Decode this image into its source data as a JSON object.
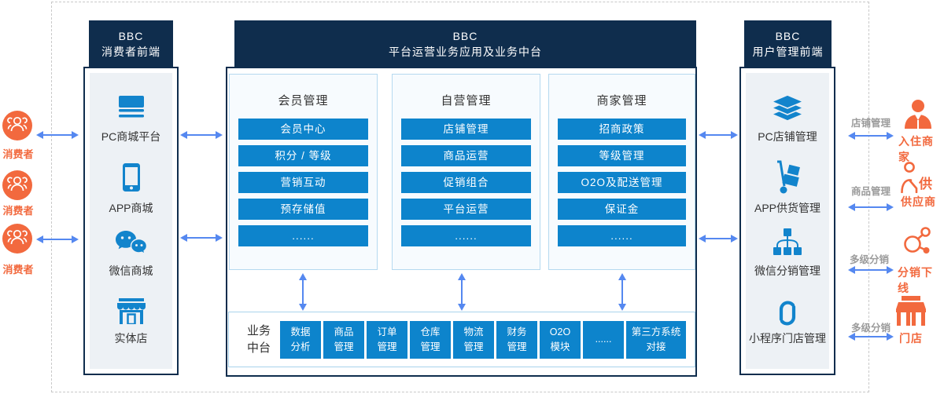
{
  "colors": {
    "navy": "#0f2d4d",
    "button_blue": "#0d84cc",
    "icon_blue": "#1284cc",
    "arrow_blue": "#5588f0",
    "orange": "#f2693e",
    "panel_gray": "#edf1f5",
    "gray_label": "#9b9b9b"
  },
  "consumers": {
    "items": [
      {
        "icon": "consumer-group-icon",
        "label": "消费者"
      },
      {
        "icon": "consumer-group-icon",
        "label": "消费者"
      },
      {
        "icon": "consumer-group-icon",
        "label": "消费者"
      }
    ]
  },
  "left_panel": {
    "title_line1": "BBC",
    "title_line2": "消费者前端",
    "items": [
      {
        "icon": "pc-mall-icon",
        "label": "PC商城平台"
      },
      {
        "icon": "app-phone-icon",
        "label": "APP商城"
      },
      {
        "icon": "wechat-icon",
        "label": "微信商城"
      },
      {
        "icon": "offline-store-icon",
        "label": "实体店"
      }
    ]
  },
  "center_panel": {
    "title_line1": "BBC",
    "title_line2": "平台运营业务应用及业务中台",
    "columns": [
      {
        "title": "会员管理",
        "buttons": [
          "会员中心",
          "积分 / 等级",
          "营销互动",
          "预存储值",
          "......"
        ]
      },
      {
        "title": "自营管理",
        "buttons": [
          "店铺管理",
          "商品运营",
          "促销组合",
          "平台运营",
          "......"
        ]
      },
      {
        "title": "商家管理",
        "buttons": [
          "招商政策",
          "等级管理",
          "O2O及配送管理",
          "保证金",
          "......"
        ]
      }
    ],
    "middle_platform": {
      "label_line1": "业务",
      "label_line2": "中台",
      "modules": [
        {
          "line1": "数据",
          "line2": "分析"
        },
        {
          "line1": "商品",
          "line2": "管理"
        },
        {
          "line1": "订单",
          "line2": "管理"
        },
        {
          "line1": "仓库",
          "line2": "管理"
        },
        {
          "line1": "物流",
          "line2": "管理"
        },
        {
          "line1": "财务",
          "line2": "管理"
        },
        {
          "line1": "O2O",
          "line2": "模块"
        },
        {
          "line1": "......",
          "line2": ""
        },
        {
          "line1": "第三方系统",
          "line2": "对接"
        }
      ]
    }
  },
  "right_panel": {
    "title_line1": "BBC",
    "title_line2": "用户管理前端",
    "items": [
      {
        "icon": "layers-icon",
        "label": "PC店铺管理"
      },
      {
        "icon": "trolley-icon",
        "label": "APP供货管理"
      },
      {
        "icon": "org-chart-icon",
        "label": "微信分销管理"
      },
      {
        "icon": "miniprogram-icon",
        "label": "小程序门店管理"
      }
    ]
  },
  "right_connections": [
    {
      "arrow_label": "店铺管理",
      "entity_label": "入住商家",
      "icon": "merchant-person-icon"
    },
    {
      "arrow_label": "商品管理",
      "entity_label": "供应商",
      "icon": "supplier-person-icon",
      "icon_char": "供"
    },
    {
      "arrow_label": "多级分销",
      "entity_label": "分销下线",
      "icon": "distribution-network-icon"
    },
    {
      "arrow_label": "多级分销",
      "entity_label": "门店",
      "icon": "storefront-icon"
    }
  ]
}
